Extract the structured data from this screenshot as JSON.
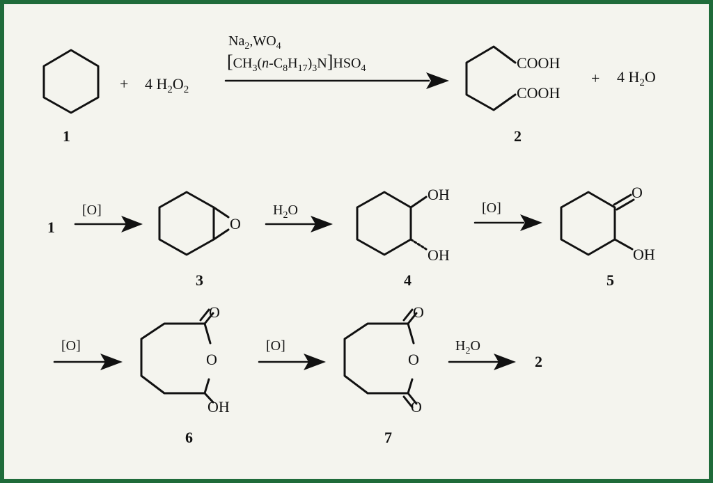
{
  "frame_color": "#1f6b3a",
  "background": "#f4f4ee",
  "reaction1": {
    "reactant_label": "1",
    "plus": "+",
    "oxidant_coef": "4 H",
    "oxidant_sub1": "2",
    "oxidant_o": "O",
    "oxidant_sub2": "2",
    "catalyst_line1": {
      "na": "Na",
      "sub1": "2",
      "mid": ",WO",
      "sub2": "4"
    },
    "catalyst_line2": {
      "bracket_open": "[",
      "ch": "CH",
      "s3a": "3",
      "paren": "(",
      "n": "n",
      "c": "-C",
      "s8": "8",
      "h": "H",
      "s17": "17",
      "close": ")",
      "s3b": "3",
      "n_atom": "N",
      "bracket_close": "]",
      "hso": "HSO",
      "s4": "4"
    },
    "product_cooh_top": "COOH",
    "product_cooh_bottom": "COOH",
    "product_label": "2",
    "plus2": "+",
    "water_coef": "4 H",
    "water_sub": "2",
    "water_o": "O"
  },
  "row2": {
    "start_label": "1",
    "arrow1": "[O]",
    "epoxide_o": "O",
    "label3": "3",
    "arrow2_h": "H",
    "arrow2_sub": "2",
    "arrow2_o": "O",
    "oh_top": "OH",
    "oh_bottom": "OH",
    "label4": "4",
    "arrow3": "[O]",
    "ketone_o": "O",
    "ketone_oh": "OH",
    "label5": "5"
  },
  "row3": {
    "arrow1": "[O]",
    "ring_o_top": "O",
    "ring_o": "O",
    "ring_oh": "OH",
    "label6": "6",
    "arrow2": "[O]",
    "anh_o_top": "O",
    "anh_o": "O",
    "anh_o_bottom": "O",
    "label7": "7",
    "arrow3_h": "H",
    "arrow3_sub": "2",
    "arrow3_o": "O",
    "final_label": "2"
  }
}
